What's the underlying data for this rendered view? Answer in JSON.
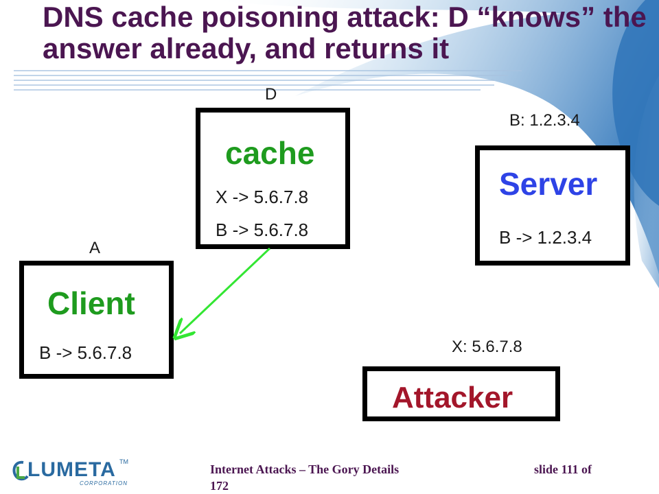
{
  "slide": {
    "title": "DNS cache poisoning attack: D “knows” the answer already, and returns it"
  },
  "nodes": {
    "cache": {
      "label": "D",
      "title": "cache",
      "entries": [
        "X -> 5.6.7.8",
        "B -> 5.6.7.8"
      ]
    },
    "server": {
      "label": "B: 1.2.3.4",
      "title": "Server",
      "entries": [
        "B -> 1.2.3.4"
      ]
    },
    "client": {
      "label": "A",
      "title": "Client",
      "entries": [
        "B -> 5.6.7.8"
      ]
    },
    "attacker": {
      "label": "X: 5.6.7.8",
      "title": "Attacker"
    }
  },
  "colors": {
    "title": "#4b1651",
    "cache_title": "#1e9b1e",
    "server_title": "#2e43e6",
    "client_title": "#1e9b1e",
    "attacker_title": "#a3162a",
    "arrow": "#33e633"
  },
  "footer": {
    "logo_text": "LUMETA",
    "logo_tm": "TM",
    "logo_sub": "CORPORATION",
    "course": "Internet Attacks – The Gory Details",
    "slide_number": "slide 111 of",
    "slide_total": "172"
  }
}
